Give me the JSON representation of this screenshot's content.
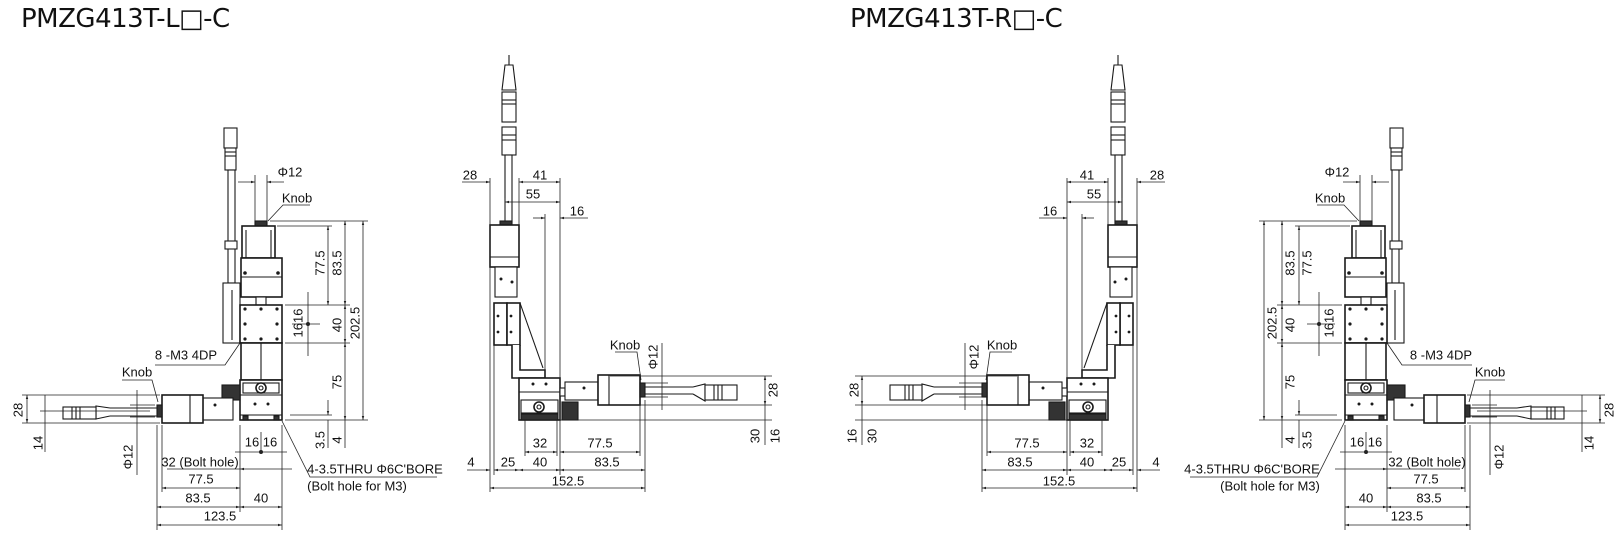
{
  "titles": {
    "left": "PMZG413T-L□-C",
    "right": "PMZG413T-R□-C"
  },
  "left_model": {
    "front_view": {
      "phi12_top": "Φ12",
      "knob_top": "Knob",
      "dim_77_5_v": "77.5",
      "dim_83_5_v": "83.5",
      "dim_40_v": "40",
      "dim_202_5": "202.5",
      "dim_16_16_v": "1616",
      "dim_75": "75",
      "dim_3_5": "3.5",
      "dim_4": "4",
      "tapped_holes": "8 -M3 4DP",
      "knob_x": "Knob",
      "dim_28": "28",
      "dim_14": "14",
      "phi12_x": "Φ12",
      "dim_16_16_h": "16 16",
      "dim_32": "32 (Bolt hole)",
      "dim_77_5_h": "77.5",
      "dim_83_5_h": "83.5",
      "dim_40_h": "40",
      "dim_123_5": "123.5",
      "bolt_note": "4-3.5THRU Φ6C'BORE",
      "bolt_note_sub": "(Bolt hole for M3)"
    },
    "side_view": {
      "dim_28_top": "28",
      "dim_41": "41",
      "dim_55": "55",
      "dim_16_top": "16",
      "knob": "Knob",
      "phi12": "Φ12",
      "dim_28_v": "28",
      "dim_30": "30",
      "dim_16_v": "16",
      "dim_32": "32",
      "dim_77_5": "77.5",
      "dim_4": "4",
      "dim_25": "25",
      "dim_40": "40",
      "dim_83_5": "83.5",
      "dim_152_5": "152.5"
    }
  },
  "right_model": {
    "front_view": {
      "phi12_top": "Φ12",
      "knob_top": "Knob",
      "dim_77_5_v": "77.5",
      "dim_83_5_v": "83.5",
      "dim_40_v": "40",
      "dim_202_5": "202.5",
      "dim_16_16_v": "1616",
      "dim_75": "75",
      "dim_3_5": "3.5",
      "dim_4": "4",
      "tapped_holes": "8 -M3 4DP",
      "knob_x": "Knob",
      "dim_28": "28",
      "dim_14": "14",
      "phi12_x": "Φ12",
      "dim_16_16_h": "16 16",
      "dim_32": "32 (Bolt hole)",
      "dim_77_5_h": "77.5",
      "dim_83_5_h": "83.5",
      "dim_40_h": "40",
      "dim_123_5": "123.5",
      "bolt_note": "4-3.5THRU Φ6C'BORE",
      "bolt_note_sub": "(Bolt hole for M3)"
    },
    "side_view": {
      "dim_28_top": "28",
      "dim_41": "41",
      "dim_55": "55",
      "dim_16_top": "16",
      "knob": "Knob",
      "phi12": "Φ12",
      "dim_28_v": "28",
      "dim_30": "30",
      "dim_16_v": "16",
      "dim_32": "32",
      "dim_77_5": "77.5",
      "dim_4": "4",
      "dim_25": "25",
      "dim_40": "40",
      "dim_83_5": "83.5",
      "dim_152_5": "152.5"
    }
  }
}
